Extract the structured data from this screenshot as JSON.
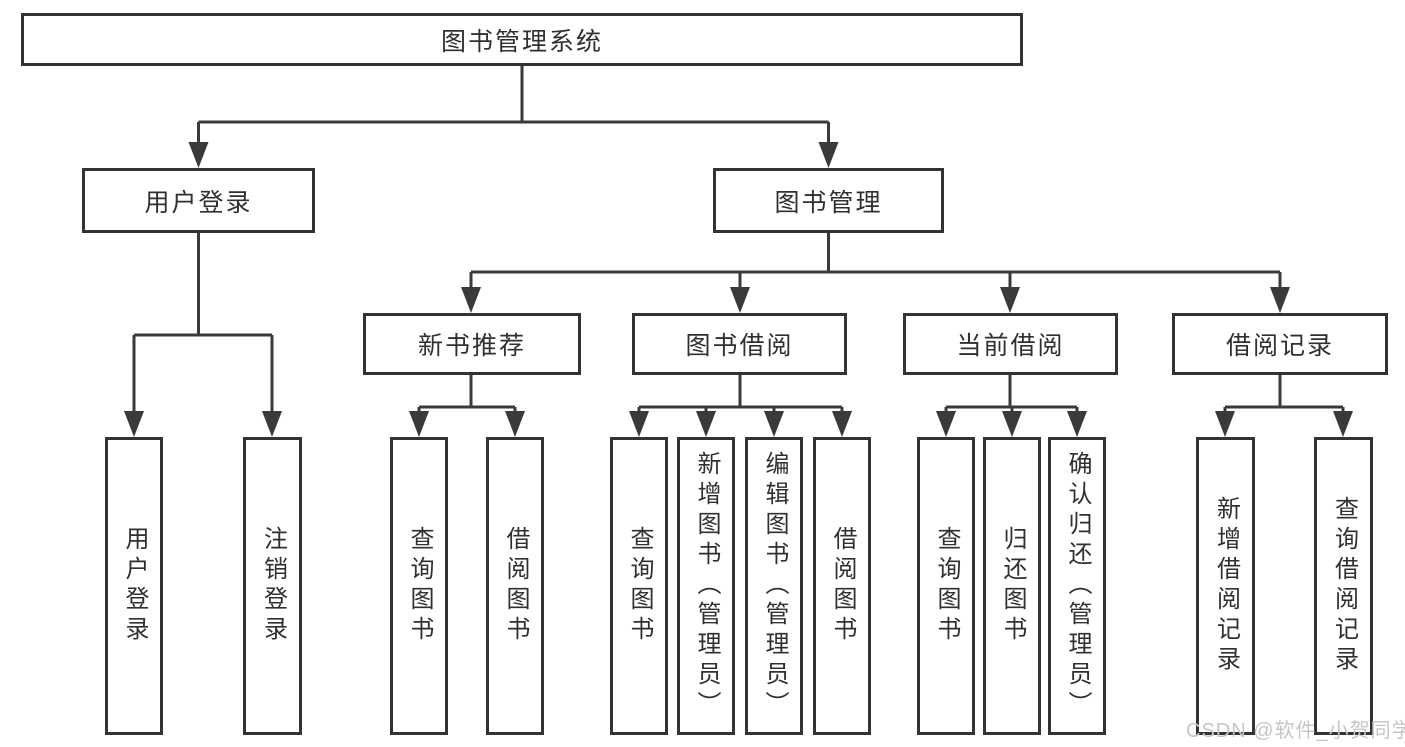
{
  "diagram": {
    "title": "图书管理系统",
    "tree": {
      "root": {
        "label": "图书管理系统"
      },
      "branches": [
        {
          "label": "用户登录",
          "children": [
            {
              "label": "用户登录"
            },
            {
              "label": "注销登录"
            }
          ]
        },
        {
          "label": "图书管理",
          "children": [
            {
              "label": "新书推荐",
              "children": [
                {
                  "label": "查询图书"
                },
                {
                  "label": "借阅图书"
                }
              ]
            },
            {
              "label": "图书借阅",
              "children": [
                {
                  "label": "查询图书"
                },
                {
                  "label": "新增图书（管理员）"
                },
                {
                  "label": "编辑图书（管理员）"
                },
                {
                  "label": "借阅图书"
                }
              ]
            },
            {
              "label": "当前借阅",
              "children": [
                {
                  "label": "查询图书"
                },
                {
                  "label": "归还图书"
                },
                {
                  "label": "确认归还（管理员）"
                }
              ]
            },
            {
              "label": "借阅记录",
              "children": [
                {
                  "label": "新增借阅记录"
                },
                {
                  "label": "查询借阅记录"
                }
              ]
            }
          ]
        }
      ]
    },
    "colors": {
      "line": "#3a3a3a",
      "box_border": "#333333",
      "box_fill": "#ffffff",
      "text": "#303030",
      "watermark_text": "#c6c6ca"
    }
  },
  "watermark": {
    "label": "CSDN @软件_小贺同学"
  }
}
